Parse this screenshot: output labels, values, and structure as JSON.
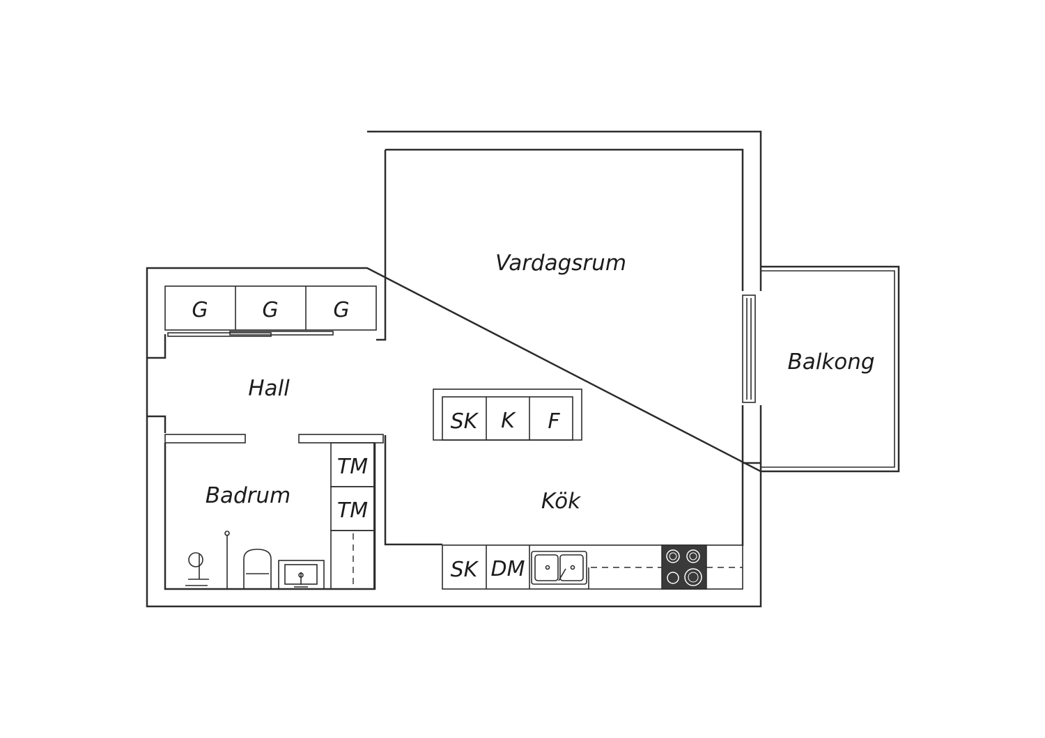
{
  "rooms": {
    "living_room": "Vardagsrum",
    "balcony": "Balkong",
    "hall": "Hall",
    "bathroom": "Badrum",
    "kitchen": "Kök"
  },
  "wardrobes": [
    "G",
    "G",
    "G"
  ],
  "island_units": [
    "SK",
    "K",
    "F"
  ],
  "laundry_units": [
    "TM",
    "TM"
  ],
  "kitchen_counter_units": [
    "SK",
    "DM"
  ],
  "colors": {
    "walls": "#2b2b2b",
    "stove": "#3a3a3a",
    "background": "#ffffff"
  }
}
